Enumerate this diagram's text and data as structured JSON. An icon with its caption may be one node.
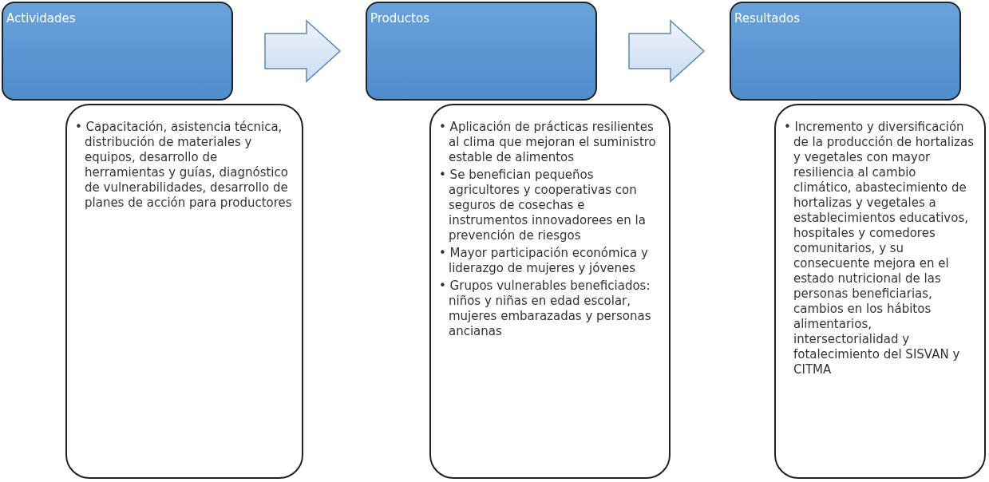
{
  "diagram": {
    "nodes": [
      {
        "text": [
          "Actividades"
        ]
      },
      {
        "text": [
          "• Capacitación, asistencia técnica, distribución de materiales y equipos, desarrollo de herramientas y guías, diagnóstico de vulnerabilidades, desarrollo de planes de acción para productores"
        ]
      },
      {
        "text": [
          "Productos"
        ]
      },
      {
        "text": [
          "• Aplicación de prácticas resilientes al clima que mejoran el suministro estable de alimentos",
          "• Se benefician pequeños agricultores y cooperativas con seguros de cosechas e instrumentos innovadorees en la prevención de riesgos",
          "• Mayor participación económica y liderazgo de mujeres y jóvenes",
          "• Grupos vulnerables beneficiados: niños y niñas en edad escolar, mujeres embarazadas y personas ancianas"
        ]
      },
      {
        "text": [
          "Resultados"
        ]
      },
      {
        "text": [
          "• Incremento y diversificación de la producción de hortalizas y vegetales con mayor resiliencia al cambio climático, abastecimiento de hortalizas y vegetales a establecimientos educativos, hospitales y comedores comunitarios, y su consecuente mejora en el estado nutricional de las personas beneficiarias, cambios en los hábitos alimentarios, intersectorialidad y fotalecimiento del SISVAN y CITMA"
        ]
      }
    ],
    "edges": [
      {
        "from": 0,
        "to": 2,
        "arrow": "to"
      },
      {
        "from": 2,
        "to": 4,
        "arrow": "to"
      }
    ]
  }
}
